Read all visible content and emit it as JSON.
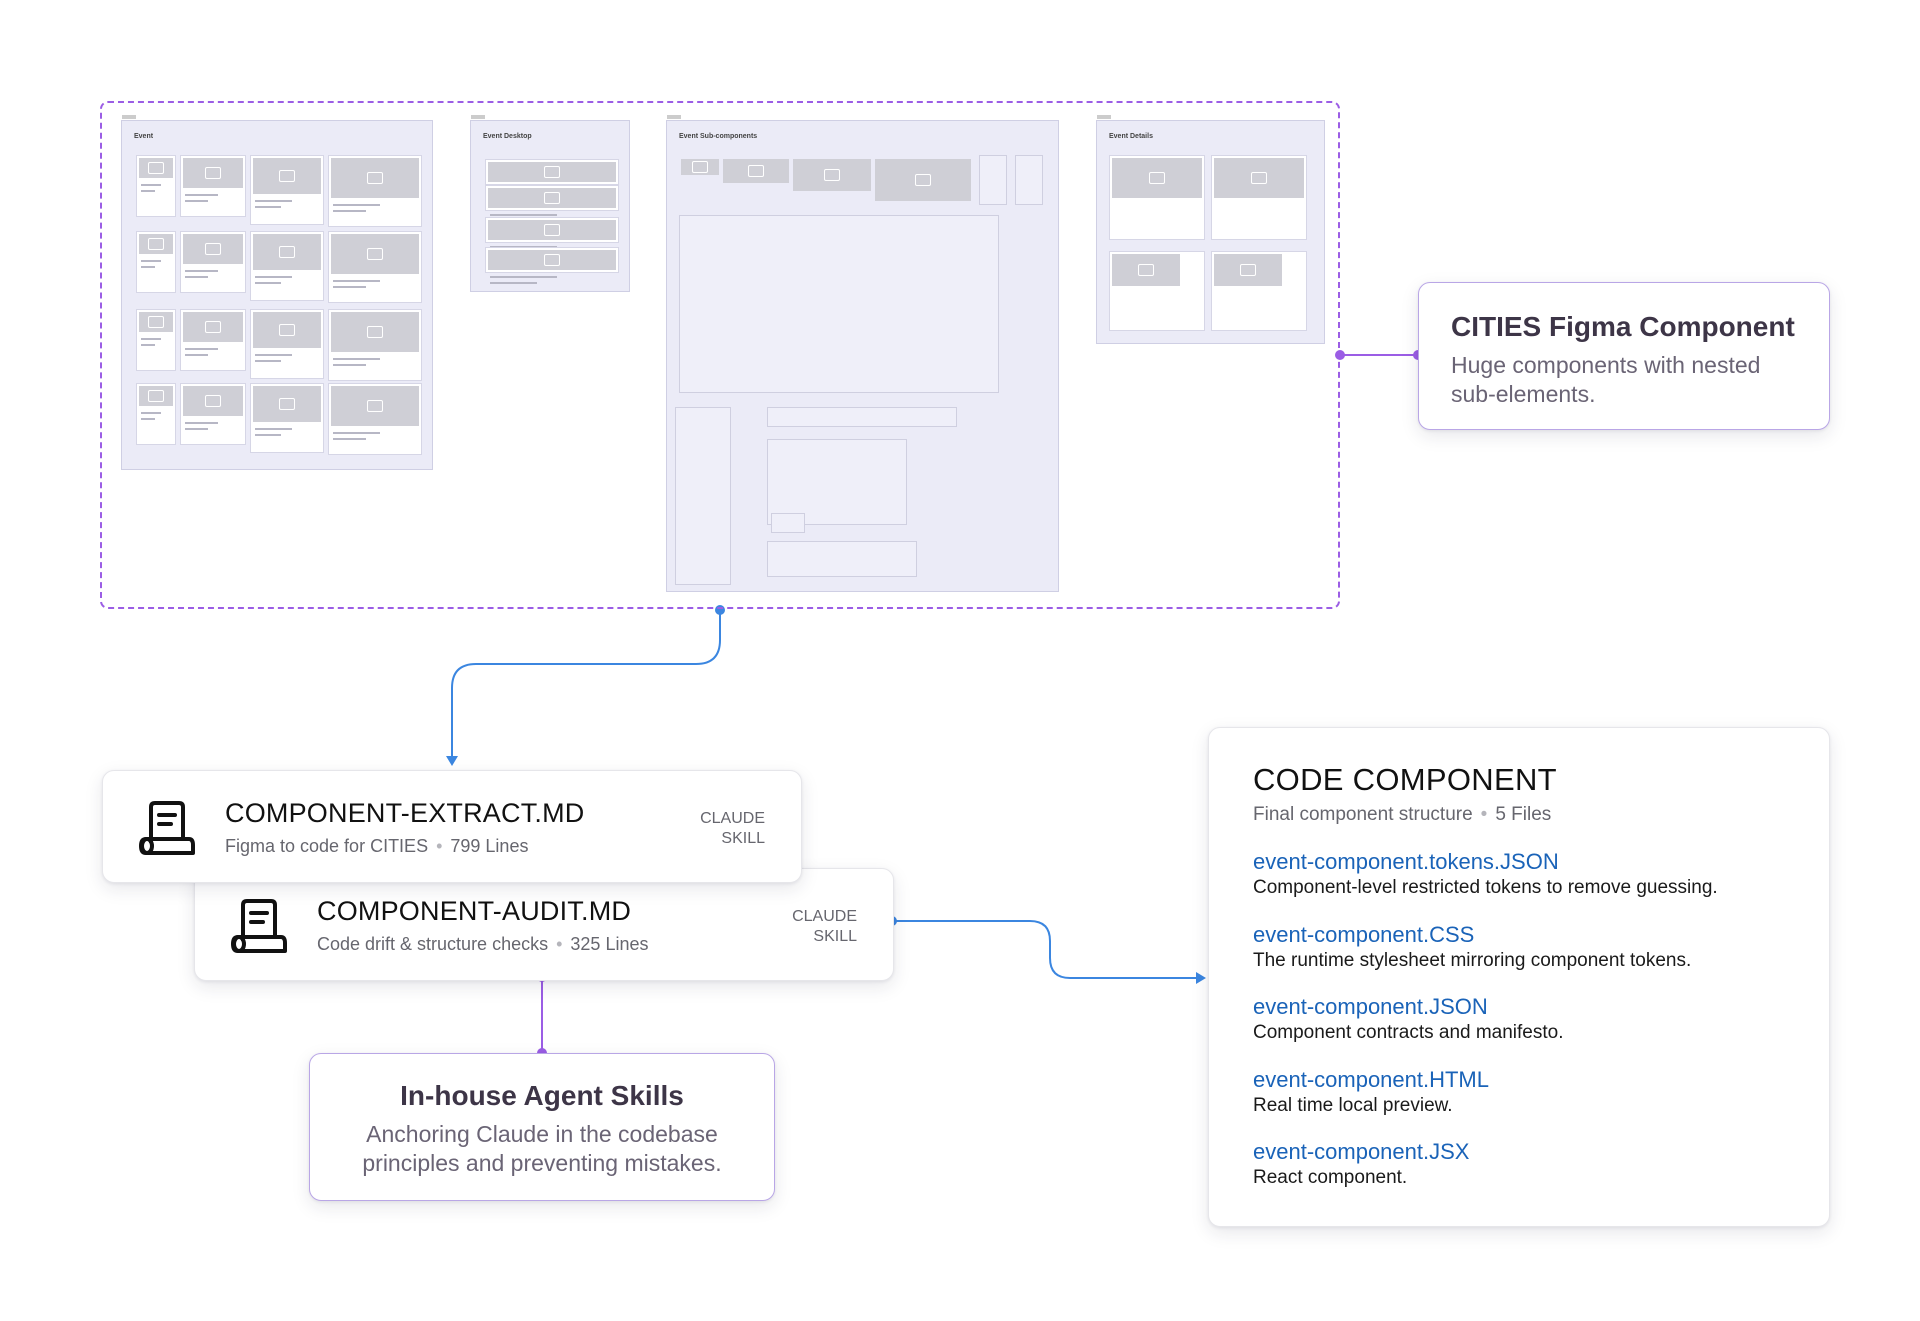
{
  "figma": {
    "frames": [
      {
        "title": "Event"
      },
      {
        "title": "Event Desktop"
      },
      {
        "title": "Event Sub-components"
      },
      {
        "title": "Event Details"
      }
    ]
  },
  "cities": {
    "title": "CITIES Figma Component",
    "subtitle": "Huge components with nested sub-elements."
  },
  "skills": [
    {
      "title": "COMPONENT-EXTRACT.MD",
      "description": "Figma to code for CITIES",
      "lines": "799 Lines",
      "badge_line1": "CLAUDE",
      "badge_line2": "SKILL",
      "icon": "scroll-document-icon"
    },
    {
      "title": "COMPONENT-AUDIT.MD",
      "description": "Code drift & structure checks",
      "lines": "325 Lines",
      "badge_line1": "CLAUDE",
      "badge_line2": "SKILL",
      "icon": "scroll-document-icon"
    }
  ],
  "agent": {
    "title": "In-house Agent Skills",
    "subtitle": "Anchoring Claude in the codebase principles and preventing mistakes."
  },
  "code_component": {
    "title": "CODE COMPONENT",
    "subtitle": "Final component structure",
    "count": "5 Files",
    "files": [
      {
        "name": "event-component.tokens.JSON",
        "description": "Component-level restricted tokens to remove guessing."
      },
      {
        "name": "event-component.CSS",
        "description": "The runtime stylesheet mirroring component tokens."
      },
      {
        "name": "event-component.JSON",
        "description": "Component contracts and manifesto."
      },
      {
        "name": "event-component.HTML",
        "description": "Real time local preview."
      },
      {
        "name": "event-component.JSX",
        "description": "React component."
      }
    ]
  },
  "colors": {
    "purple": "#9b5de5",
    "blue": "#3b86e0",
    "link": "#1a63b8"
  }
}
